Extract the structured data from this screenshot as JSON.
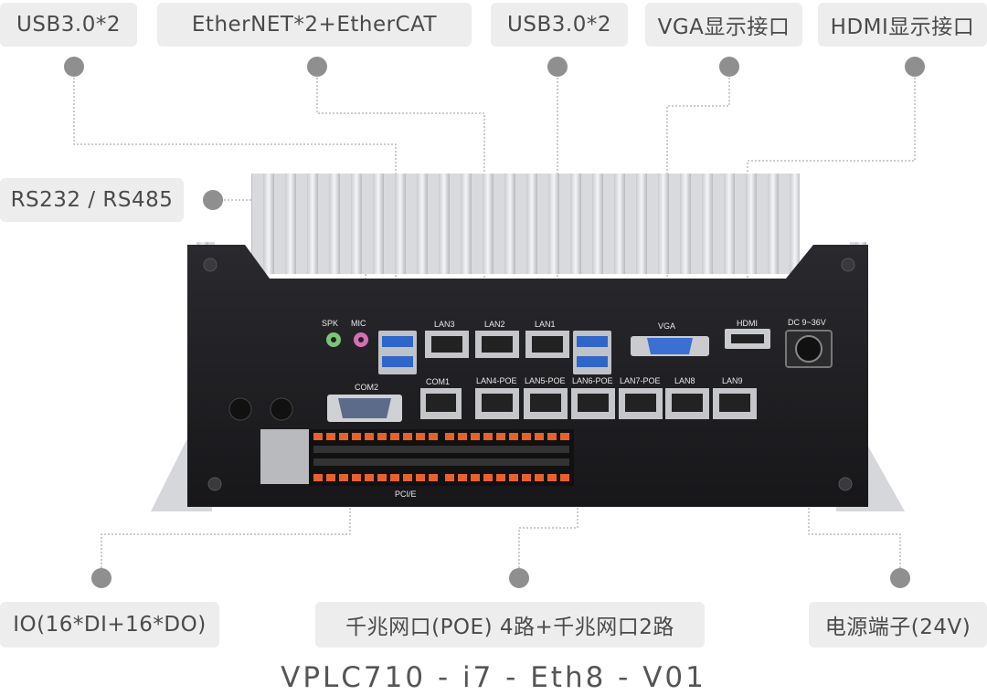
{
  "callouts": {
    "usb_left": "USB3.0*2",
    "ethernet": "EtherNET*2+EtherCAT",
    "usb_mid": "USB3.0*2",
    "vga": "VGA显示接口",
    "hdmi": "HDMI显示接口",
    "rs232": "RS232 / RS485",
    "io": "IO(16*DI+16*DO)",
    "lan_poe": "千兆网口(POE) 4路+千兆网口2路",
    "power": "电源端子(24V)"
  },
  "panel": {
    "spk": "SPK",
    "mic": "MIC",
    "lan3": "LAN3",
    "lan2": "LAN2",
    "lan1": "LAN1",
    "vga": "VGA",
    "hdmi": "HDMI",
    "dc": "DC 9~36V",
    "com2": "COM2",
    "com1": "COM1",
    "lan4": "LAN4-POE",
    "lan5": "LAN5-POE",
    "lan6": "LAN6-POE",
    "lan7": "LAN7-POE",
    "lan8": "LAN8",
    "lan9": "LAN9",
    "pcie": "PCI/E"
  },
  "model_name": "VPLC710  -  i7  -  Eth8  -  V01",
  "colors": {
    "label_bg": "#ededed",
    "dot": "#8f8f8f",
    "panel": "#1f1f22",
    "terminal": "#e8612c"
  }
}
